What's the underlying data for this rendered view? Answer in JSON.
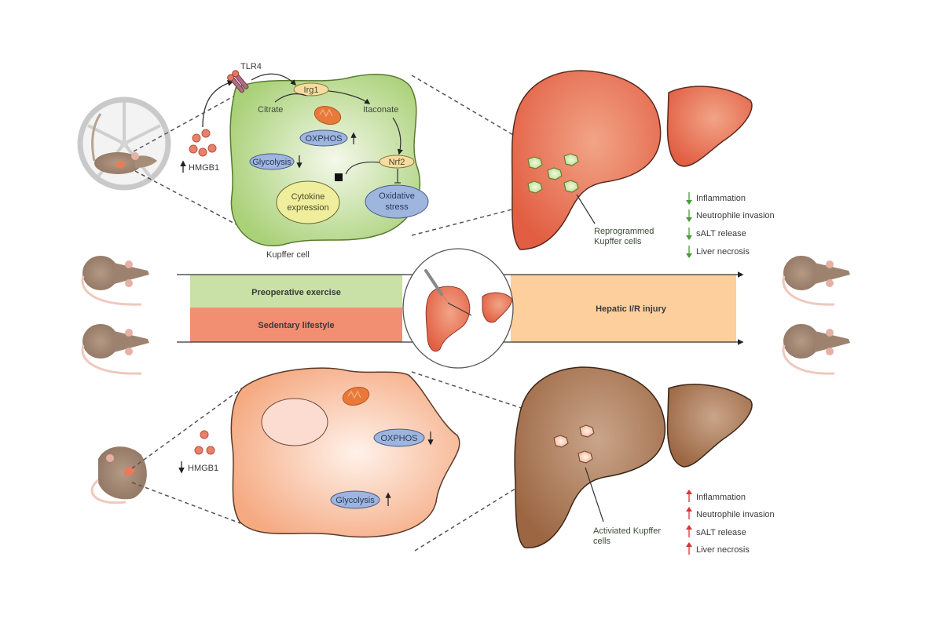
{
  "colors": {
    "exercise_green": "#c9e1a6",
    "sedentary_red": "#f28e72",
    "injury_orange": "#fdcf9c",
    "healthy_liver": "#e8694f",
    "damaged_liver": "#a56e4a",
    "kupffer_green": "#b8db8a",
    "kupffer_orange": "#f7b48f",
    "down_arrow_green": "#4a9a3a",
    "up_arrow_red": "#d8323a",
    "pill_blue": "#9eb5de",
    "node_yellow": "#f6dca0"
  },
  "top": {
    "receptor_label": "TLR4",
    "hmgb1": {
      "label": "HMGB1",
      "direction": "up"
    },
    "cell": {
      "label": "Kupffer cell",
      "nodes": {
        "irg1": "Irg1",
        "citrate": "Citrate",
        "itaconate": "Itaconate",
        "nrf2": "Nrf2",
        "oxphos": "OXPHOS",
        "oxphos_dir": "up",
        "glycolysis": "Glycolysis",
        "glycolysis_dir": "down",
        "cytokine_line1": "Cytokine",
        "cytokine_line2": "expression",
        "oxidative_line1": "Oxidative",
        "oxidative_line2": "stress"
      }
    },
    "liver_label_line1": "Reprogrammed",
    "liver_label_line2": "Kupffer cells",
    "outcomes_direction": "down",
    "outcomes": [
      "Inflammation",
      "Neutrophile invasion",
      "sALT release",
      "Liver necrosis"
    ]
  },
  "middle": {
    "exercise_label": "Preoperative exercise",
    "sedentary_label": "Sedentary lifestyle",
    "injury_label": "Hepatic I/R injury"
  },
  "bottom": {
    "hmgb1": {
      "label": "HMGB1",
      "direction": "down"
    },
    "cell": {
      "oxphos": "OXPHOS",
      "oxphos_dir": "down",
      "glycolysis": "Glycolysis",
      "glycolysis_dir": "up"
    },
    "liver_label_line1": "Activiated Kupffer",
    "liver_label_line2": "cells",
    "outcomes_direction": "up",
    "outcomes": [
      "Inflammation",
      "Neutrophile invasion",
      "sALT release",
      "Liver necrosis"
    ]
  }
}
